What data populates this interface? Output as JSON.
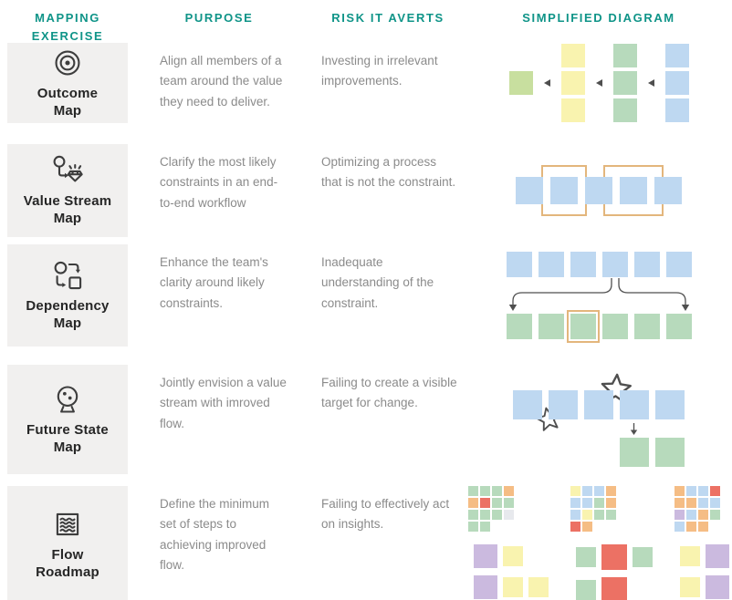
{
  "palette": {
    "teal": "#0f9488",
    "icon_box_bg": "#f1f0ef",
    "label_text": "#262626",
    "body_text": "#8b8b8b",
    "icon_stroke": "#3d3d3d",
    "diagram_stroke": "#4f4f4f",
    "outline_orange": "#e3b67c",
    "yellow": "#f9f3af",
    "green": "#b7dabc",
    "lime": "#c8df9f",
    "blue": "#bed8f1",
    "orange": "#f5bd85",
    "red": "#ec7164",
    "purple": "#cbbadf",
    "gray": "#e7e9ed"
  },
  "header": {
    "columns": [
      "MAPPING EXERCISE",
      "PURPOSE",
      "RISK IT AVERTS",
      "SIMPLIFIED DIAGRAM"
    ]
  },
  "rows": [
    {
      "name": "Outcome Map",
      "name_lines": [
        "Outcome",
        "Map"
      ],
      "icon": "bullseye-icon",
      "purpose": "Align all members of a team around the value they need to deliver.",
      "risk": "Investing in irrelevant improvements.",
      "diagram": {
        "type": "outcome",
        "single": "lime",
        "flow_columns": [
          {
            "color": "yellow",
            "count": 3
          },
          {
            "color": "green",
            "count": 3
          },
          {
            "color": "blue",
            "count": 3
          }
        ]
      }
    },
    {
      "name": "Value Stream Map",
      "name_lines": [
        "Value Stream",
        "Map"
      ],
      "icon": "workflow-value-icon",
      "purpose": "Clarify the most likely constraints in an end-to-end workflow",
      "risk": "Optimizing a process that is not the constraint.",
      "diagram": {
        "type": "value_stream",
        "squares": [
          "blue",
          "blue",
          "blue",
          "blue",
          "blue"
        ],
        "constraint_boxes": [
          {
            "index": 1,
            "pad": 10
          },
          {
            "index": 3,
            "pad": 18
          }
        ]
      }
    },
    {
      "name": "Dependency Map",
      "name_lines": [
        "Dependency",
        "Map"
      ],
      "icon": "dependency-cycle-icon",
      "purpose": "Enhance the team's clarity around likely constraints.",
      "risk": "Inadequate understanding of the constraint.",
      "diagram": {
        "type": "dependency",
        "top_row": [
          "blue",
          "blue",
          "blue",
          "blue",
          "blue",
          "blue"
        ],
        "bottom_row": [
          "green",
          "green",
          "green",
          "green",
          "green",
          "green"
        ],
        "highlighted_index": 2
      }
    },
    {
      "name": "Future State Map",
      "name_lines": [
        "Future State",
        "Map"
      ],
      "icon": "crystal-ball-icon",
      "purpose": "Jointly envision a value stream with imroved flow.",
      "risk": "Failing to create a visible target for change.",
      "diagram": {
        "type": "future_state",
        "top_row": [
          "blue",
          "blue",
          "blue",
          "blue",
          "blue"
        ],
        "bottom_squares": [
          "green",
          "green"
        ]
      }
    },
    {
      "name": "Flow Roadmap",
      "name_lines": [
        "Flow",
        "Roadmap"
      ],
      "icon": "stacked-waves-icon",
      "purpose": "Define the minimum set of steps to achieving improved flow.",
      "risk": "Failing to effectively act on insights.",
      "diagram": {
        "type": "flow_roadmap",
        "clusters": [
          {
            "grid": [
              [
                "green",
                "green",
                "green",
                "orange"
              ],
              [
                "orange",
                "red",
                "green",
                "green"
              ],
              [
                "green",
                "green",
                "green",
                "gray"
              ],
              [
                "green",
                "green"
              ]
            ],
            "mid_row": [
              {
                "color": "purple",
                "size": 26
              },
              {
                "color": "yellow",
                "size": 22
              }
            ],
            "bottom_row": [
              {
                "color": "purple",
                "size": 26
              },
              {
                "color": "yellow",
                "size": 22
              },
              {
                "color": "yellow",
                "size": 22
              }
            ]
          },
          {
            "grid": [
              [
                "yellow",
                "blue",
                "blue",
                "orange"
              ],
              [
                "blue",
                "blue",
                "green",
                "orange"
              ],
              [
                "blue",
                "yellow",
                "green",
                "green"
              ],
              [
                "red",
                "orange"
              ]
            ],
            "mid_row": [
              {
                "color": "green",
                "size": 22
              },
              {
                "color": "red",
                "size": 28
              },
              {
                "color": "green",
                "size": 22
              }
            ],
            "bottom_row": [
              {
                "color": "green",
                "size": 22
              },
              {
                "color": "red",
                "size": 28
              }
            ]
          },
          {
            "grid": [
              [
                "orange",
                "blue",
                "blue",
                "red"
              ],
              [
                "orange",
                "orange",
                "blue",
                "blue"
              ],
              [
                "purple",
                "blue",
                "orange",
                "green"
              ],
              [
                "blue",
                "orange",
                "orange"
              ]
            ],
            "mid_row": [
              {
                "color": "yellow",
                "size": 22
              },
              {
                "color": "purple",
                "size": 26
              }
            ],
            "bottom_row": [
              {
                "color": "yellow",
                "size": 22
              },
              {
                "color": "purple",
                "size": 26
              }
            ]
          }
        ]
      }
    }
  ]
}
